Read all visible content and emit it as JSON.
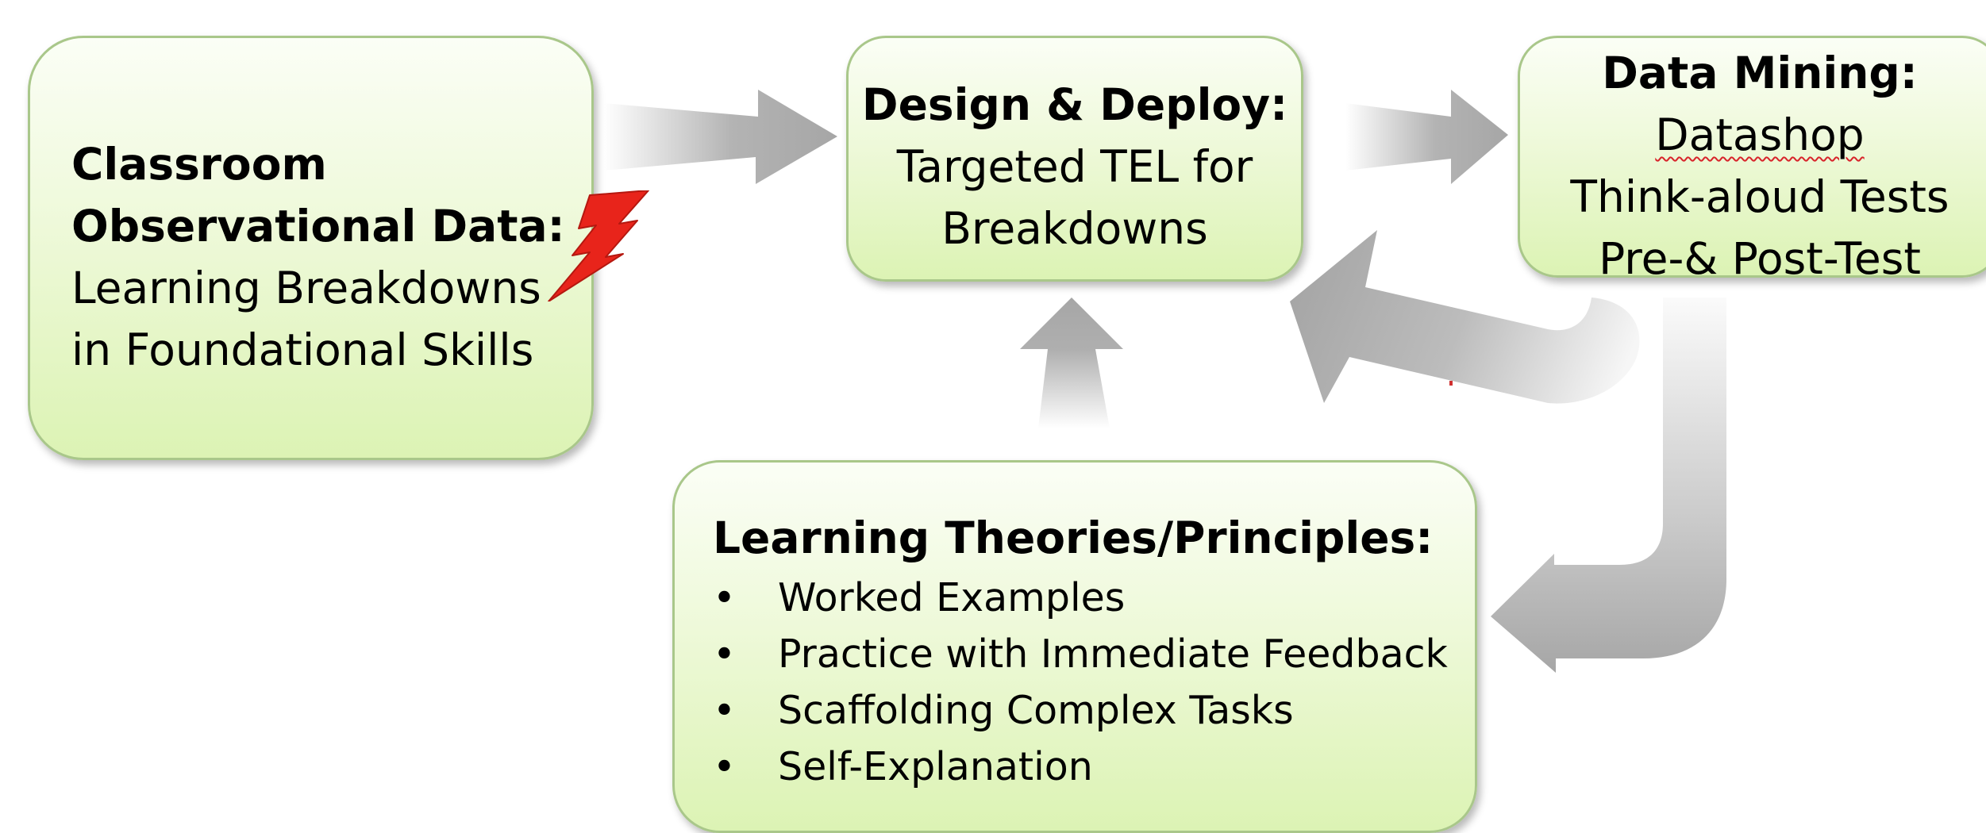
{
  "nodes": {
    "classroom": {
      "title_line1": "Classroom",
      "title_line2": "Observational Data:",
      "body_line1": "Learning Breakdowns",
      "body_line2": "in Foundational Skills"
    },
    "design": {
      "title": "Design & Deploy:",
      "body_line1": "Targeted TEL for",
      "body_line2": "Breakdowns"
    },
    "mining": {
      "title": "Data Mining:",
      "items": [
        "Datashop",
        "Think-aloud Tests",
        "Pre-& Post-Test"
      ]
    },
    "theories": {
      "title": "Learning Theories/Principles:",
      "bullet": "•",
      "items": [
        "Worked Examples",
        "Practice with Immediate Feedback",
        "Scaffolding Complex Tasks",
        "Self-Explanation"
      ]
    }
  },
  "edges": [
    {
      "from": "classroom",
      "to": "design"
    },
    {
      "from": "design",
      "to": "mining"
    },
    {
      "from": "mining",
      "to": "design"
    },
    {
      "from": "mining",
      "to": "theories"
    },
    {
      "from": "theories",
      "to": "design"
    }
  ],
  "icons": {
    "breakdown": "lightning-bolt-icon"
  },
  "colors": {
    "box_fill_top": "#fbfef6",
    "box_fill_bottom": "#dcf3b4",
    "box_border": "#a9c78a",
    "arrow": "#a6a6a6",
    "lightning": "#e8241b"
  }
}
